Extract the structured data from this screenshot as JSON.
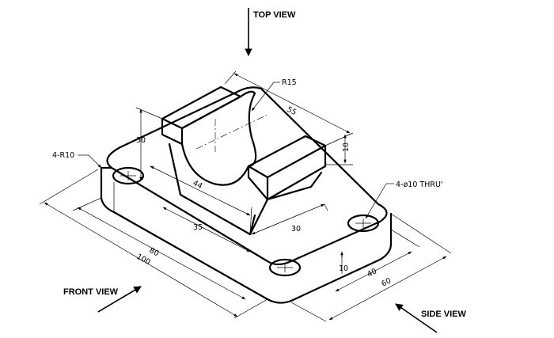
{
  "views": {
    "top": "TOP VIEW",
    "front": "FRONT VIEW",
    "side": "SIDE VIEW"
  },
  "dimensions": {
    "r15": "R15",
    "d55": "55",
    "d10_upper": "10",
    "d30_left": "30",
    "r10": "4-R10",
    "d44": "44",
    "holes": "4-ø10 THRU'",
    "d35": "35",
    "d30_bottom": "30",
    "d80": "80",
    "d100": "100",
    "d10_base": "10",
    "d40": "40",
    "d60": "60"
  }
}
